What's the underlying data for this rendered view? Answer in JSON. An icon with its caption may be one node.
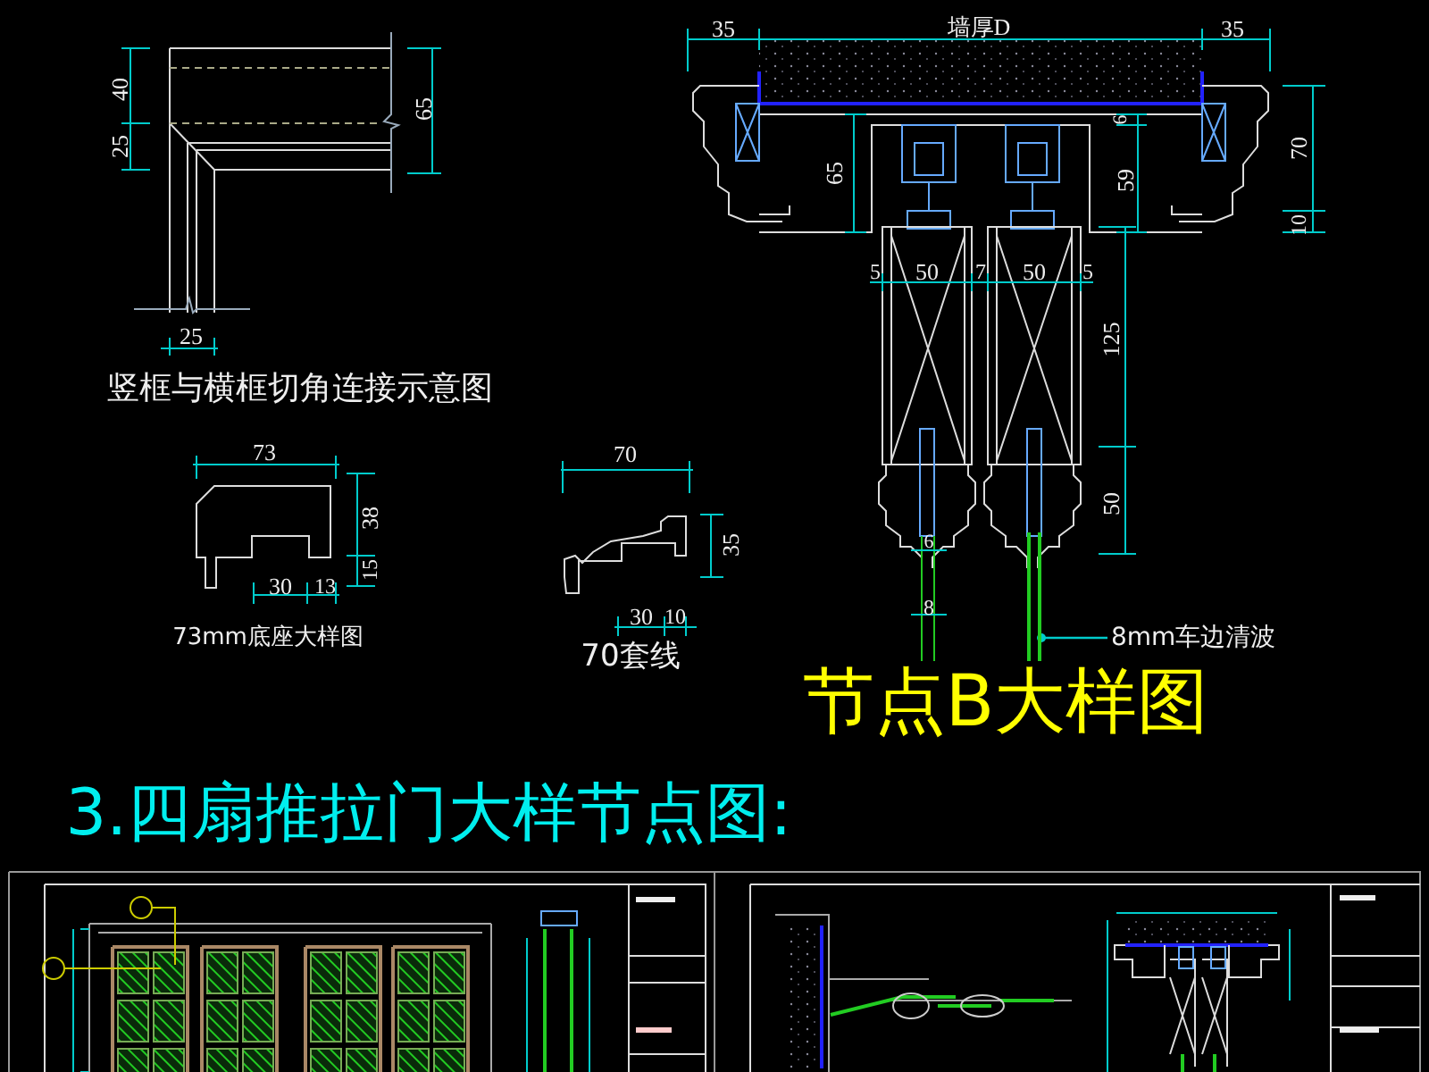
{
  "diagram": {
    "nodes": [
      {
        "text": [
          "8mm车边清波"
        ]
      },
      {
        "text": [],
        "shape": "bar"
      }
    ],
    "edges": [
      {
        "from": 0,
        "to": 1,
        "arrow": "other"
      }
    ],
    "labels": [
      "35",
      "墙厚D",
      "35",
      "40",
      "65",
      "25",
      "6",
      "65",
      "59",
      "70",
      "10",
      "25",
      "5",
      "50",
      "7",
      "50",
      "5",
      "125",
      "竖框与横框切角连接示意图",
      "73",
      "70",
      "38",
      "35",
      "15",
      "30",
      "13",
      "30",
      "10",
      "50",
      "73mm底座大样图",
      "70套线",
      "6",
      "8",
      "节点B大样图",
      "3.四扇推拉门大样节点图:"
    ]
  }
}
